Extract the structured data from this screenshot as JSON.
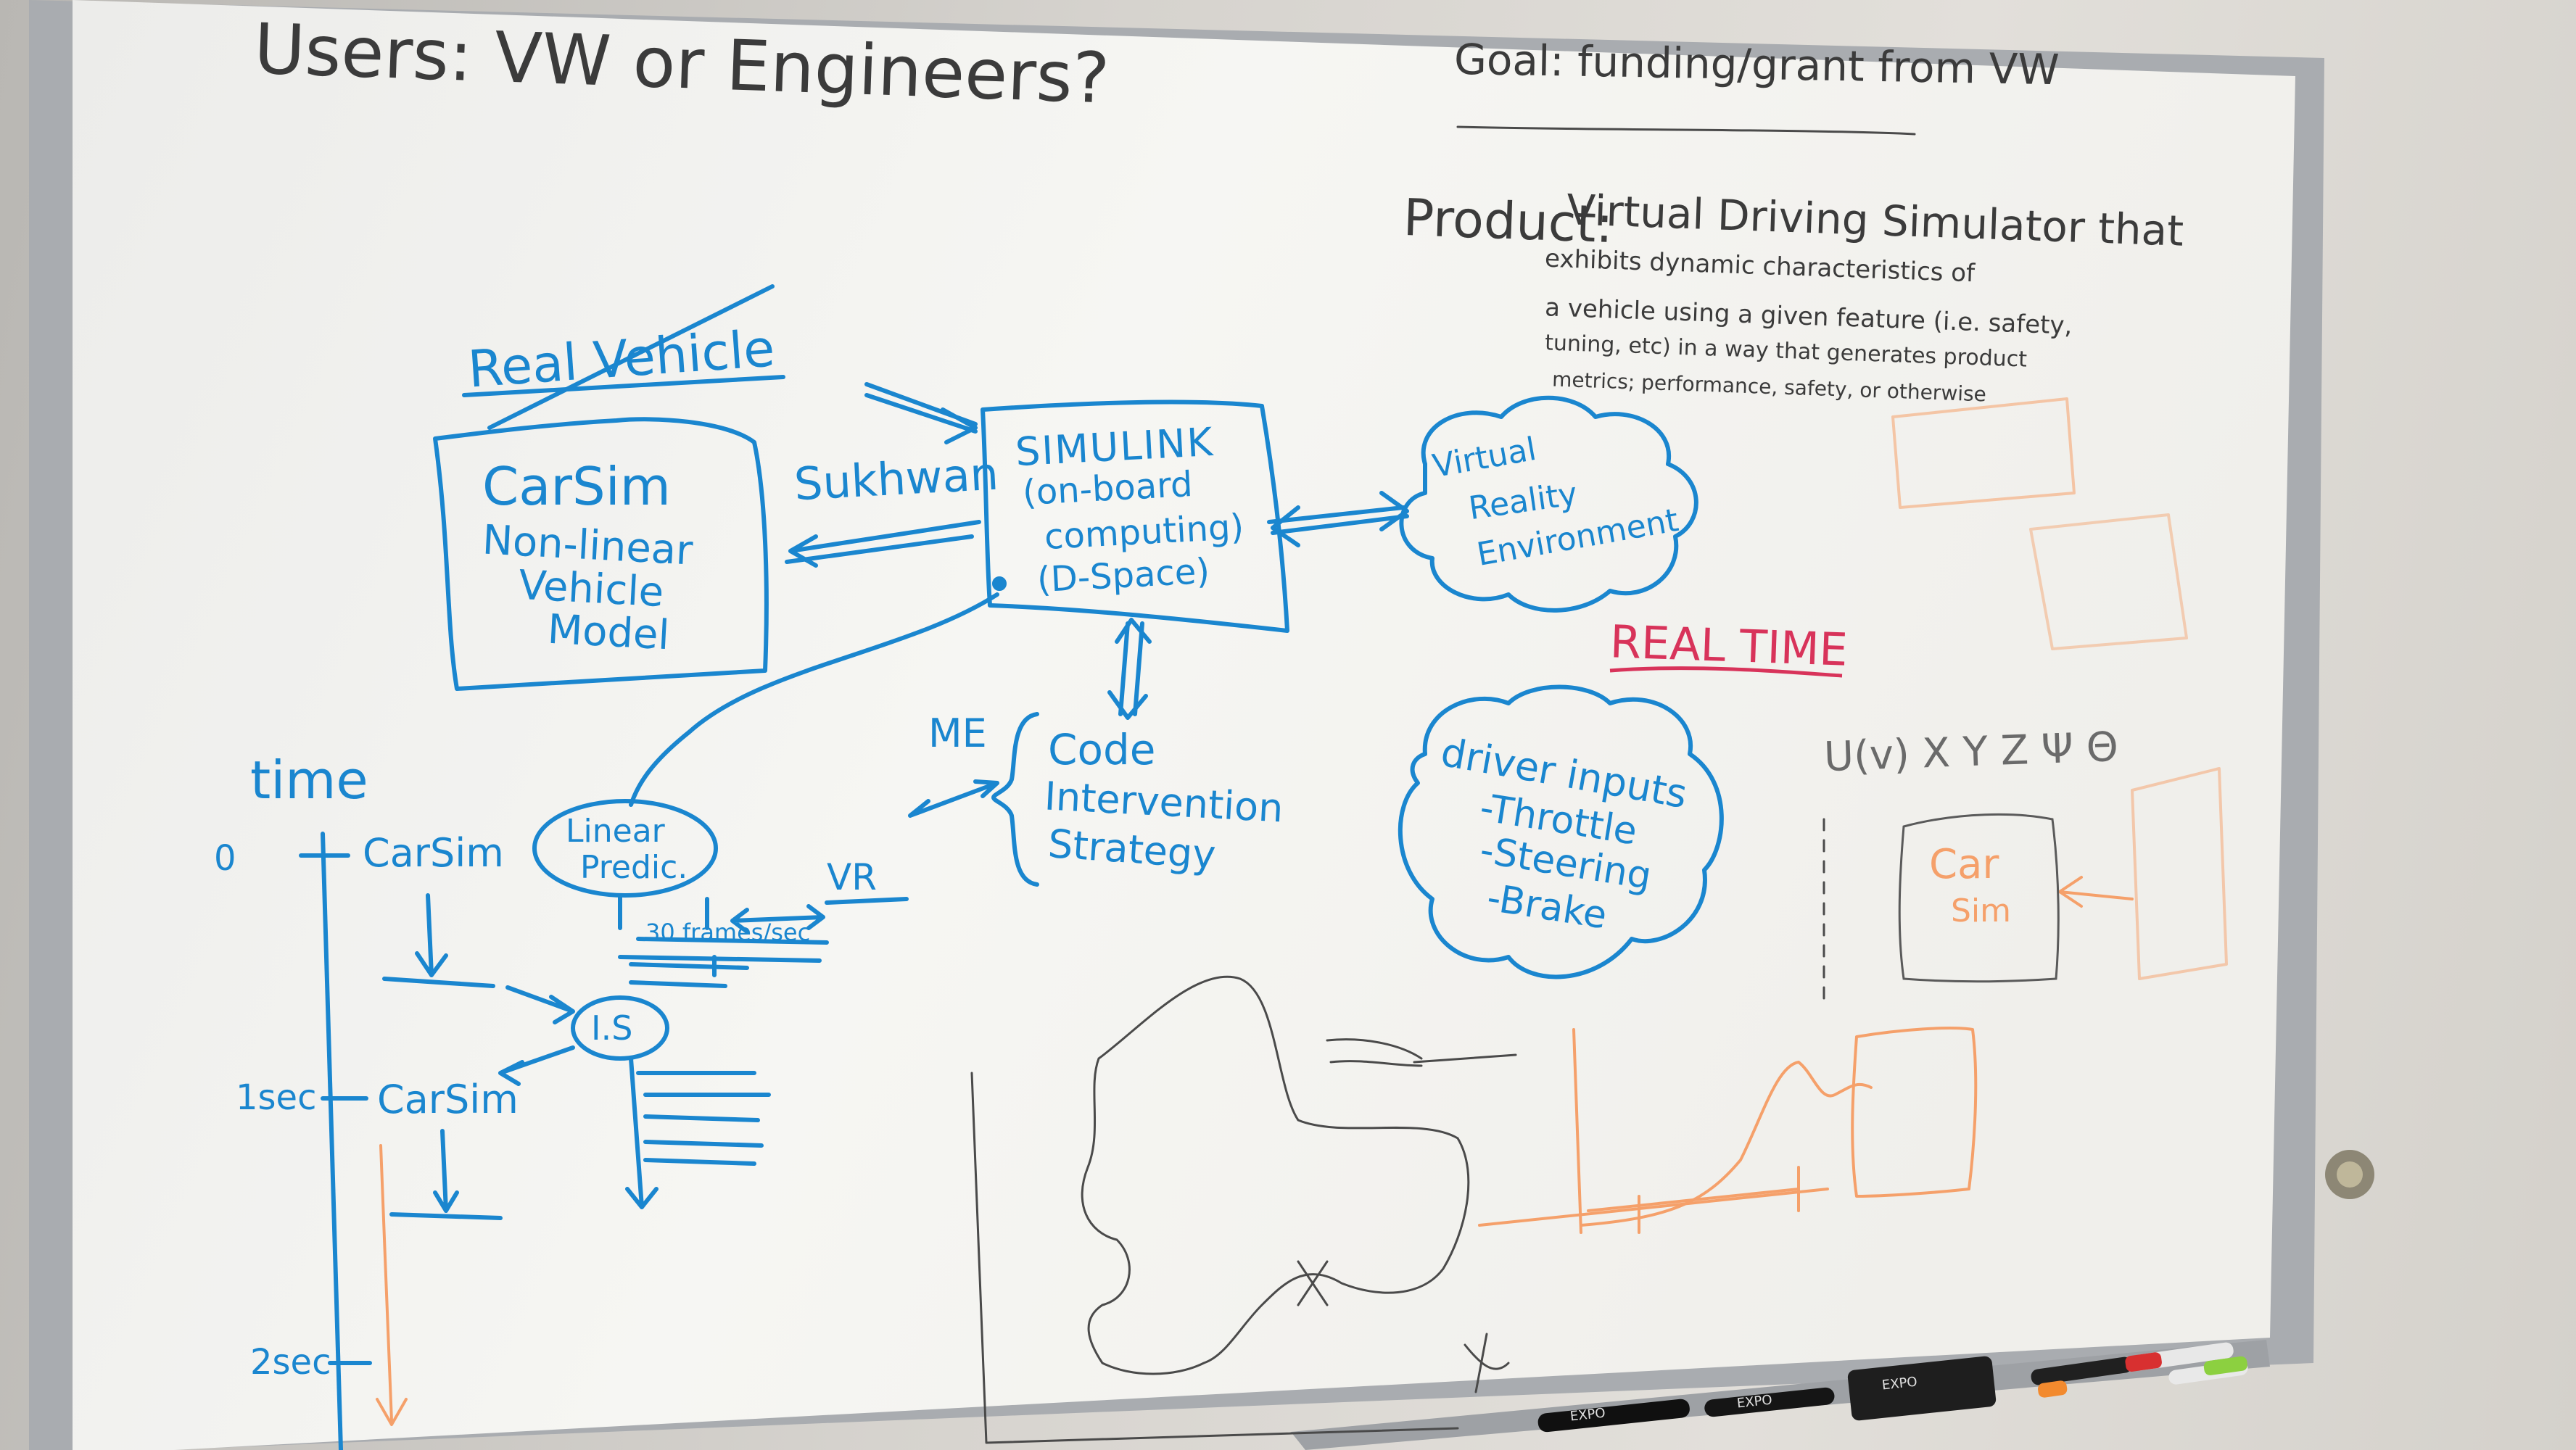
{
  "colors": {
    "board": "#f4f4f0",
    "frame": "#a9acb0",
    "marker_blue": "#1a86cf",
    "marker_black": "#3b3b3b",
    "marker_red": "#d8335a",
    "marker_orange": "#f5a06a"
  },
  "header": {
    "users": "Users: VW or Engineers?",
    "goal": "Goal: funding/grant from VW"
  },
  "product": {
    "title": "Product:",
    "line1": "Virtual Driving Simulator that",
    "line2": "exhibits dynamic characteristics of",
    "line3": "a vehicle using a given feature (i.e. safety,",
    "line4": "tuning, etc) in a way that generates product",
    "line5": "metrics; performance, safety, or otherwise"
  },
  "diagram": {
    "real_vehicle": "Real Vehicle",
    "carsim_box": [
      "CarSim",
      "Non-linear",
      "Vehicle",
      "Model"
    ],
    "sukhwan": "Sukhwan",
    "simulink_box": [
      "SIMULINK",
      "(on-board",
      "computing)",
      "(D-Space)"
    ],
    "vr_cloud": [
      "Virtual",
      "Reality",
      "Environment"
    ],
    "real_time": "REAL TIME",
    "me": "ME",
    "code_brace": [
      "Code",
      "Intervention",
      "Strategy"
    ],
    "driver_cloud": [
      "driver inputs",
      "-Throttle",
      "-Steering",
      "-Brake"
    ],
    "linear_predic": [
      "Linear",
      "Predic."
    ],
    "vr": "VR",
    "frames": "30 frames/sec",
    "is": "I.S"
  },
  "timeline": {
    "label": "time",
    "t0": "0",
    "t1": "1sec",
    "t2": "2sec",
    "carsim_a": "CarSim",
    "carsim_b": "CarSim"
  },
  "right_side": {
    "vars": "U(v)  X Y Z  Ψ Θ",
    "car_sim": [
      "Car",
      "Sim"
    ]
  },
  "tray": {
    "markers": [
      "EXPO",
      "EXPO",
      "EXPO"
    ]
  }
}
